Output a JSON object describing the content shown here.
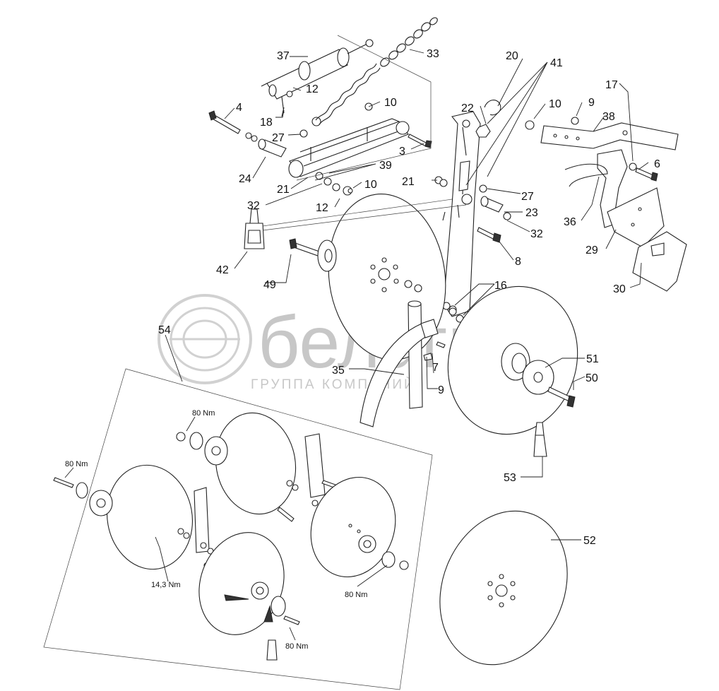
{
  "diagram": {
    "callouts": {
      "c37": "37",
      "c33": "33",
      "c20": "20",
      "c41": "41",
      "c12a": "12",
      "c4": "4",
      "c10a": "10",
      "c22": "22",
      "c10b": "10",
      "c9a": "9",
      "c38": "38",
      "c17": "17",
      "c18": "18",
      "c27a": "27",
      "c3": "3",
      "c6": "6",
      "c24": "24",
      "c39": "39",
      "c21a": "21",
      "c21b": "21",
      "c27b": "27",
      "c32a": "32",
      "c10c": "10",
      "c12b": "12",
      "c23": "23",
      "c36": "36",
      "c32b": "32",
      "c29": "29",
      "c42": "42",
      "c8": "8",
      "c49": "49",
      "c16": "16",
      "c30": "30",
      "c54": "54",
      "c51": "51",
      "c35": "35",
      "c7": "7",
      "c9b": "9",
      "c50": "50",
      "c53": "53",
      "c52": "52"
    },
    "torques": {
      "t1": "80 Nm",
      "t2": "80 Nm",
      "t3": "14,3 Nm",
      "t4": "80 Nm",
      "t5": "80 Nm"
    }
  },
  "watermark": {
    "brand": "белагро",
    "subtitle": "ГРУППА КОМПАНИЙ"
  }
}
